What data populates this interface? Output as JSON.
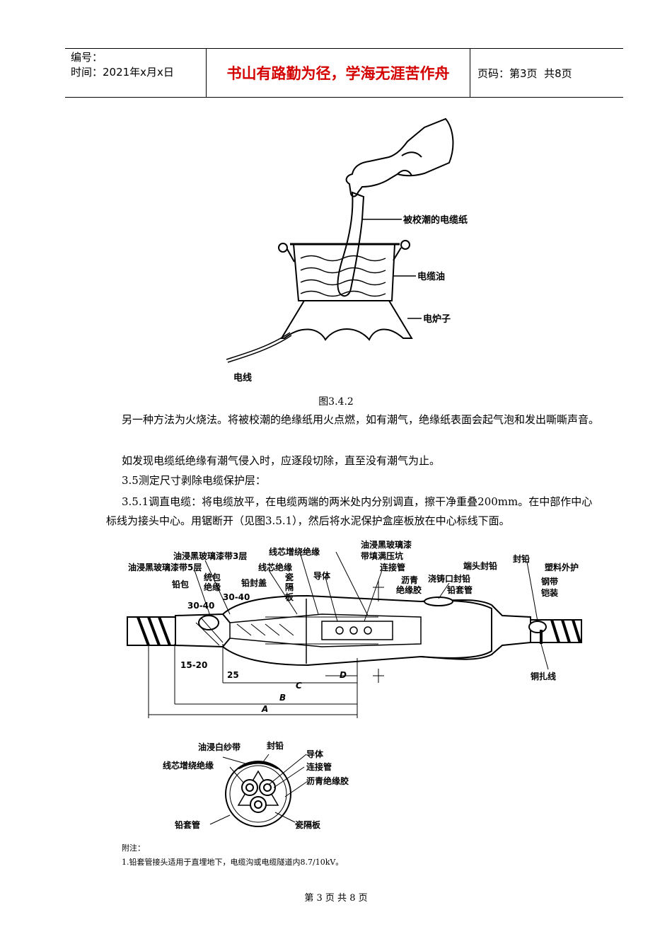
{
  "header": {
    "number_label": "编号：",
    "time_label": "时间：2021年x月x日",
    "motto": "书山有路勤为径，学海无涯苦作舟",
    "page_label": "页码：第3页  共8页"
  },
  "figure1": {
    "labels": {
      "paper": "被校潮的电缆纸",
      "oil": "电缆油",
      "stove": "电炉子",
      "wire": "电线"
    },
    "caption": "图3.4.2"
  },
  "body": {
    "para1": "另一种方法为火烧法。将被校潮的绝缘纸用火点燃，如有潮气，绝缘纸表面会起气泡和发出嘶嘶声音。",
    "para2": "如发现电缆纸绝缘有潮气侵入时，应逐段切除，直至没有潮气为止。",
    "para3": "3.5测定尺寸剥除电缆保护层：",
    "para4": "3.5.1调直电缆：将电缆放平，在电缆两端的两米处内分别调直，擦干净重叠200mm。在中部作中心标线为接头中心。用锯断开（见图3.5.1），然后将水泥保护盒座板放在中心标线下面。"
  },
  "figure2": {
    "labels": {
      "l1": "油浸黑玻璃漆带3层",
      "l2": "油浸黑玻璃漆带5层",
      "l3": "线芯增绕绝缘",
      "l4": "油浸黑玻璃漆",
      "l5": "带填满压坑",
      "l6": "线芯绝缘",
      "l7": "导体",
      "l8": "连接管",
      "l9": "统包",
      "l10": "绝缘",
      "l11": "铅封盖",
      "l12": "瓷",
      "l13": "隔",
      "l14": "板",
      "l15": "沥青",
      "l16": "绝缘胶",
      "l17": "浇铸口封铅",
      "l18": "铅套管",
      "l19": "端头封铅",
      "l20": "封铅",
      "l21": "塑料外护",
      "l22": "钢带",
      "l23": "铠装",
      "l24": "铅包",
      "l25": "铜扎线",
      "d1": "30-40",
      "d2": "30-40",
      "d3": "15-20",
      "d4": "25",
      "dA": "A",
      "dB": "B",
      "dC": "C",
      "dD": "D"
    },
    "section_labels": {
      "s1": "油浸白纱带",
      "s2": "封铅",
      "s3": "导体",
      "s4": "线芯增绕绝缘",
      "s5": "连接管",
      "s6": "沥青绝缘胶",
      "s7": "铅套管",
      "s8": "瓷隔板"
    }
  },
  "notes": {
    "title": "附注：",
    "n1": "1.铅套管接头适用于直埋地下，电缆沟或电缆隧道内8.7/10kV。"
  },
  "footer": {
    "page": "第 3 页 共 8 页"
  }
}
